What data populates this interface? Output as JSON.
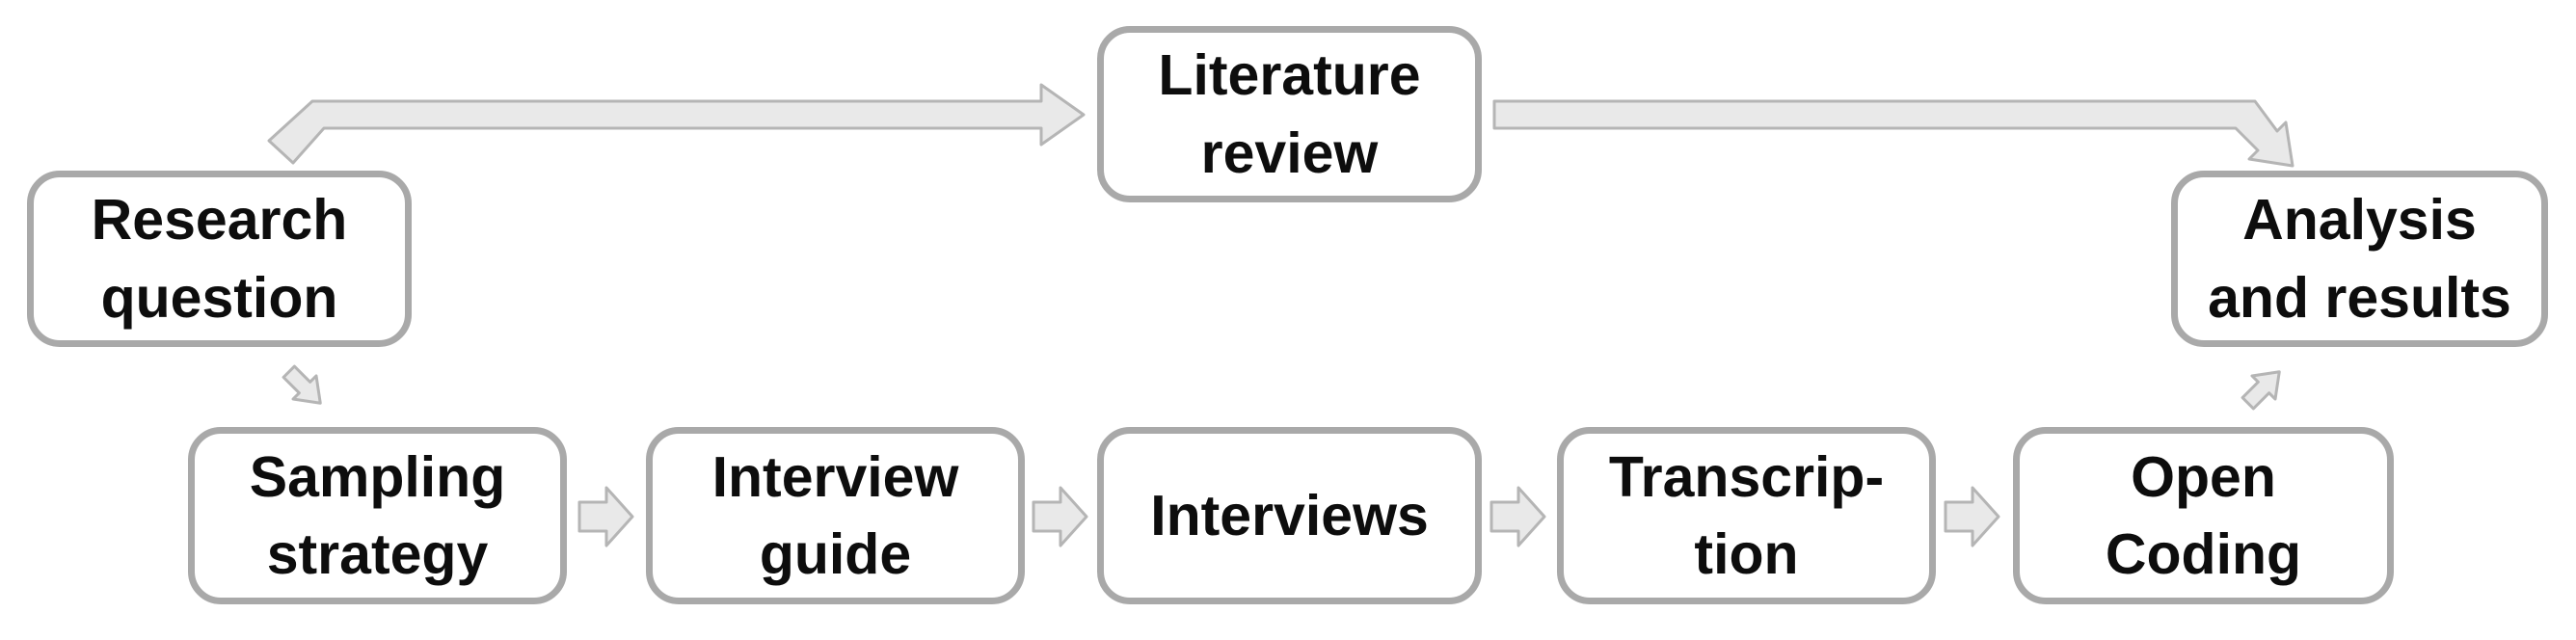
{
  "diagram": {
    "nodes": {
      "research_question": {
        "label": "Research\nquestion"
      },
      "literature_review": {
        "label": "Literature\nreview"
      },
      "analysis_results": {
        "label": "Analysis\nand results"
      },
      "sampling_strategy": {
        "label": "Sampling\nstrategy"
      },
      "interview_guide": {
        "label": "Interview\nguide"
      },
      "interviews": {
        "label": "Interviews"
      },
      "transcription": {
        "label": "Transcrip-\ntion"
      },
      "open_coding": {
        "label": "Open\nCoding"
      }
    },
    "edges": [
      {
        "from": "research_question",
        "to": "literature_review"
      },
      {
        "from": "literature_review",
        "to": "analysis_results"
      },
      {
        "from": "research_question",
        "to": "sampling_strategy"
      },
      {
        "from": "sampling_strategy",
        "to": "interview_guide"
      },
      {
        "from": "interview_guide",
        "to": "interviews"
      },
      {
        "from": "interviews",
        "to": "transcription"
      },
      {
        "from": "transcription",
        "to": "open_coding"
      },
      {
        "from": "open_coding",
        "to": "analysis_results"
      }
    ],
    "colors": {
      "background": "#ffffff",
      "box_fill": "#ffffff",
      "box_border": "#a9a9a9",
      "arrow_fill": "#e9e9e9",
      "arrow_stroke": "#b5b5b5",
      "text": "#0d0d0d"
    }
  }
}
